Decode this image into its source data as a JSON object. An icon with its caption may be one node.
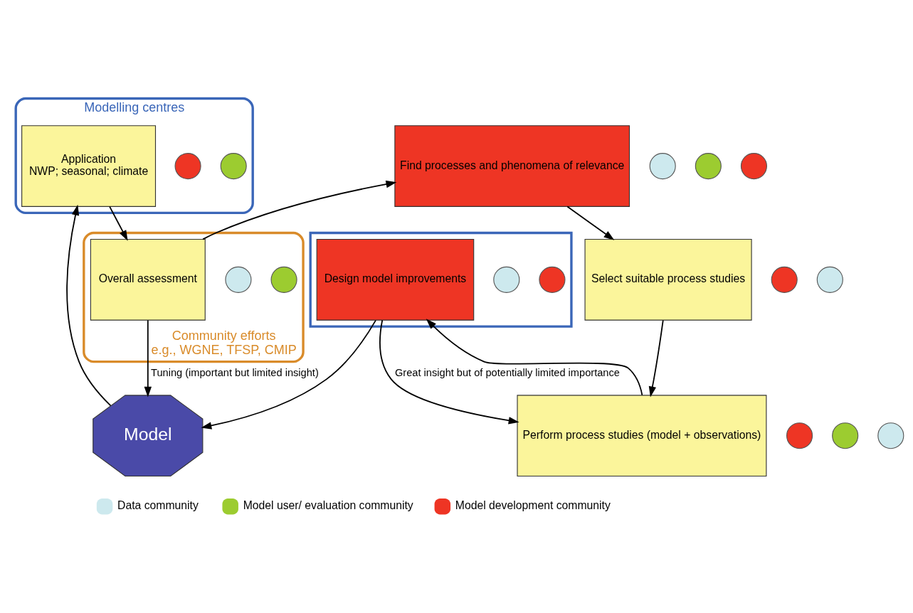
{
  "diagram": {
    "nodes": [
      {
        "text": [
          "Modelling centres"
        ]
      },
      {
        "text": [],
        "shape": "box"
      },
      {
        "text": [
          "Model"
        ]
      },
      {
        "text": [
          "Community efforts e.g., WGNE, TFSP, CMIP"
        ]
      },
      {
        "text": [],
        "shape": "circle",
        "in": 0
      },
      {
        "text": [],
        "shape": "circle",
        "in": 0
      },
      {
        "text": [
          "Application",
          "NWP; seasonal; climate"
        ],
        "in": 0
      },
      {
        "text": [],
        "shape": "circle",
        "in": 3
      },
      {
        "text": [],
        "shape": "circle",
        "in": 3
      },
      {
        "text": [
          "Overall assessment"
        ],
        "in": 3
      },
      {
        "text": [],
        "shape": "circle"
      },
      {
        "text": [],
        "shape": "circle"
      },
      {
        "text": [],
        "shape": "circle"
      },
      {
        "text": [
          "Find processes and phenomena of relevance"
        ]
      },
      {
        "text": [],
        "shape": "circle",
        "in": 1
      },
      {
        "text": [],
        "shape": "circle",
        "in": 1
      },
      {
        "text": [
          "Design model improvements"
        ],
        "in": 1
      },
      {
        "text": [],
        "shape": "circle"
      },
      {
        "text": [],
        "shape": "circle"
      },
      {
        "text": [],
        "shape": "circle"
      },
      {
        "text": [
          "Perform process studies (model + observations)"
        ]
      },
      {
        "text": [],
        "shape": "circle"
      },
      {
        "text": [],
        "shape": "circle"
      },
      {
        "text": [
          "Select suitable process studies"
        ]
      }
    ],
    "edges": [
      {
        "from": 2,
        "to": 6,
        "arrow": "to"
      },
      {
        "from": 6,
        "to": 9,
        "arrow": "to"
      },
      {
        "from": 9,
        "to": 13,
        "arrow": "to"
      },
      {
        "from": 13,
        "to": 23,
        "arrow": "to"
      },
      {
        "from": 23,
        "to": 20,
        "arrow": "to"
      },
      {
        "from": 20,
        "to": 16,
        "arrow": "to"
      },
      {
        "from": 16,
        "to": 2,
        "arrow": "to"
      },
      {
        "from": 9,
        "to": 2,
        "arrow": "to",
        "label": "Tuning (important but limited insight)"
      },
      {
        "from": 16,
        "to": 20,
        "arrow": "to",
        "label": "Great insight but of potentially limited importance"
      }
    ],
    "legend": [
      {
        "text": "Data community",
        "color": "#cde9ee"
      },
      {
        "text": "Model user/ evaluation community",
        "color": "#9ccc30"
      },
      {
        "text": "Model development community",
        "color": "#ee3524"
      }
    ]
  }
}
